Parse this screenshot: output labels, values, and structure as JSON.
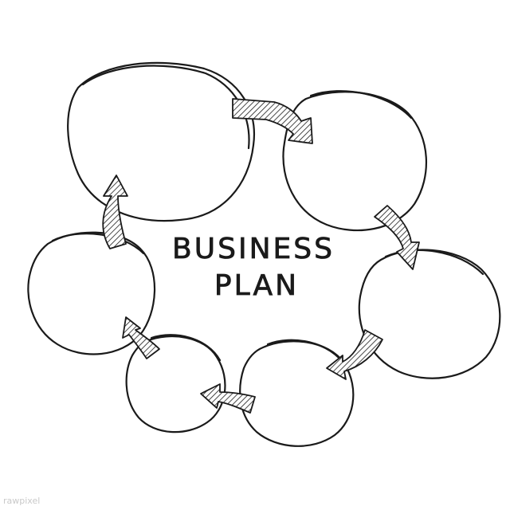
{
  "diagram": {
    "title_line1": "BUSINESS",
    "title_line2": "PLAN",
    "node_count": 6,
    "watermark": "rawpixel"
  }
}
